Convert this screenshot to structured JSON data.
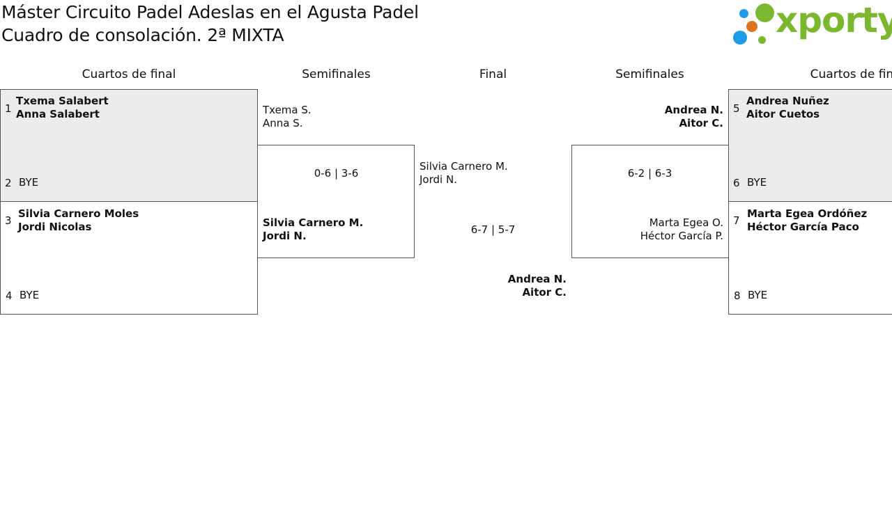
{
  "header": {
    "title_line1": "Máster Circuito Padel Adeslas en el Agusta Padel",
    "title_line2": "Cuadro de consolación. 2ª MIXTA",
    "logo_text": "xporty",
    "logo_colors": [
      "#1e9be8",
      "#e0731f",
      "#7cb82f"
    ]
  },
  "rounds": {
    "left_qf": "Cuartos de final",
    "left_sf": "Semifinales",
    "final": "Final",
    "right_sf": "Semifinales",
    "right_qf": "Cuartos de final"
  },
  "quarterfinals": [
    {
      "seed": "1",
      "p1": "Txema Salabert",
      "p2": "Anna Salabert"
    },
    {
      "seed": "2",
      "p1": "BYE",
      "p2": ""
    },
    {
      "seed": "3",
      "p1": "Silvia Carnero Moles",
      "p2": "Jordi Nicolas"
    },
    {
      "seed": "4",
      "p1": "BYE",
      "p2": ""
    },
    {
      "seed": "5",
      "p1": "Andrea Nuñez",
      "p2": "Aitor Cuetos"
    },
    {
      "seed": "6",
      "p1": "BYE",
      "p2": ""
    },
    {
      "seed": "7",
      "p1": "Marta Egea Ordóñez",
      "p2": "Héctor García Paco"
    },
    {
      "seed": "8",
      "p1": "BYE",
      "p2": ""
    }
  ],
  "semifinals": {
    "left": {
      "top": {
        "p1": "Txema S.",
        "p2": "Anna S."
      },
      "score": "0-6 | 3-6",
      "bottom": {
        "p1": "Silvia Carnero M.",
        "p2": "Jordi N."
      }
    },
    "right": {
      "top": {
        "p1": "Andrea N.",
        "p2": "Aitor C."
      },
      "score": "6-2 | 6-3",
      "bottom": {
        "p1": "Marta Egea O.",
        "p2": "Héctor García P."
      }
    }
  },
  "final": {
    "left": {
      "p1": "Silvia Carnero M.",
      "p2": "Jordi N."
    },
    "score": "6-7 | 5-7",
    "winner": {
      "p1": "Andrea N.",
      "p2": "Aitor C."
    }
  }
}
